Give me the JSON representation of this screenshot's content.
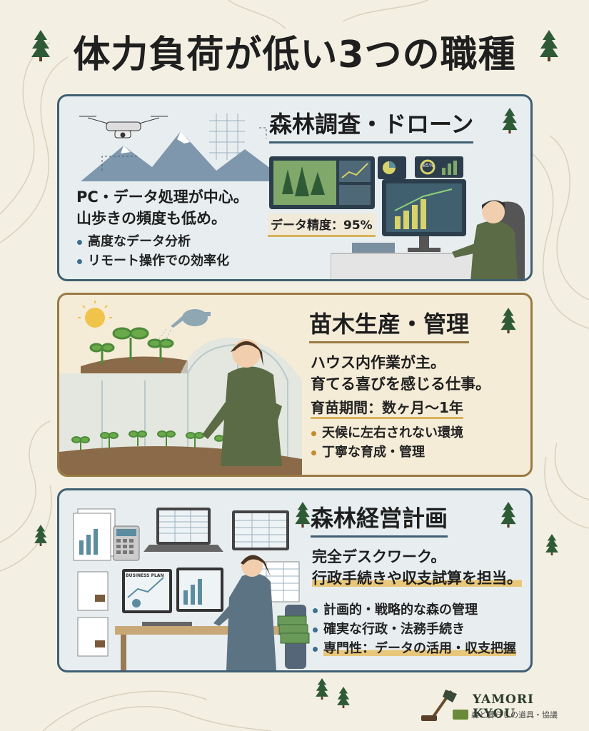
{
  "title": "体力負荷が低い3つの職種",
  "cards": [
    {
      "title": "森林調査・ドローン",
      "lead": [
        "PC・データ処理が中心。",
        "山歩きの頻度も低め。"
      ],
      "bullets": [
        "高度なデータ分析",
        "リモート操作での効率化"
      ],
      "badge": "データ精度：95%"
    },
    {
      "title": "苗木生産・管理",
      "lead": [
        "ハウス内作業が主。",
        "育てる喜びを感じる仕事。"
      ],
      "subline": "育苗期間：数ヶ月〜1年",
      "bullets": [
        "天候に左右されない環境",
        "丁寧な育成・管理"
      ]
    },
    {
      "title": "森林経営計画",
      "lead": [
        "完全デスクワーク。",
        "行政手続きや収支試算を担当。"
      ],
      "bullets": [
        "計画的・戦略的な森の管理",
        "確実な行政・法務手続き",
        "専門性：データの活用・収支把握"
      ]
    }
  ],
  "illustration_text": {
    "dashboard_percent": "85%",
    "business_plan": "BUSINESS PLAN"
  },
  "logo": {
    "name": "YAMORI KYOU",
    "tagline": "森と暮らしの道具・協議"
  },
  "colors": {
    "background": "#f3efe2",
    "card_border": "#3f5f73",
    "card2_border": "#9a7a44",
    "tree": "#2f5a36",
    "highlight": "#e9c77a"
  }
}
